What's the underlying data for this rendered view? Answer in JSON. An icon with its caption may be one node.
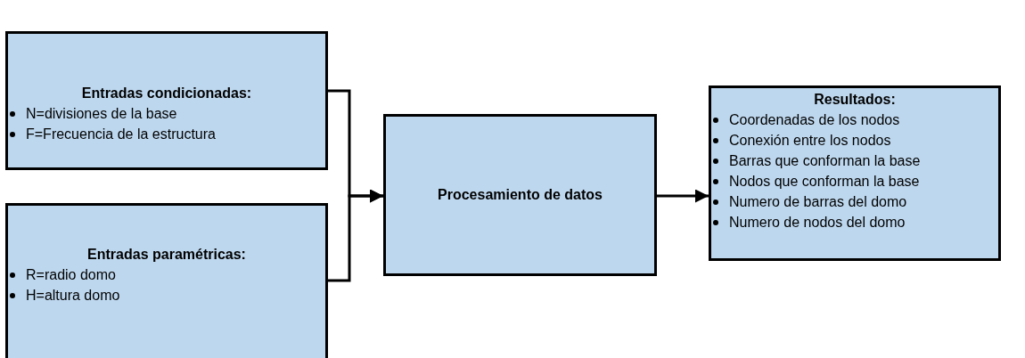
{
  "diagram": {
    "nodes": [
      {
        "text": [
          "Entradas condicionadas:",
          "N=divisiones de la base",
          "F=Frecuencia de la estructura"
        ]
      },
      {
        "text": [
          "Entradas paramétricas:",
          "R=radio domo",
          "H=altura domo"
        ]
      },
      {
        "text": [
          "Procesamiento de datos"
        ]
      },
      {
        "text": [
          "Resultados:",
          "Coordenadas de los nodos",
          "Conexión entre los nodos",
          "Barras que conforman la base",
          "Nodos que conforman la base",
          "Numero de barras del domo",
          "Numero de nodos del domo"
        ]
      }
    ],
    "edges": [
      {
        "from": 0,
        "to": 2,
        "arrow": "to"
      },
      {
        "from": 1,
        "to": 2,
        "arrow": "to"
      },
      {
        "from": 2,
        "to": 3,
        "arrow": "to"
      }
    ]
  }
}
